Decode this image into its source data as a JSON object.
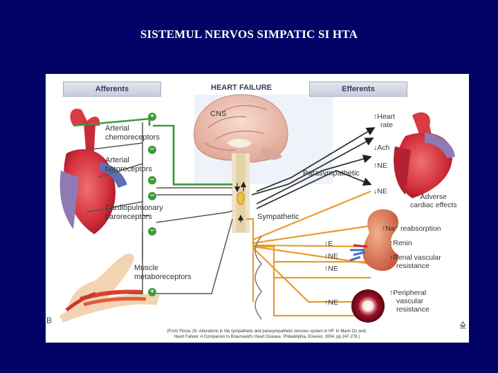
{
  "slide": {
    "title": "SISTEMUL NERVOS SIMPATIC SI HTA"
  },
  "figure": {
    "header": {
      "afferents": "Afferents",
      "title": "HEART FAILURE",
      "efferents": "Efferents"
    },
    "cns": "CNS",
    "afferent_receptors": {
      "chemo": [
        "Arterial",
        "chemoreceptors"
      ],
      "baro": [
        "Arterial",
        "baroreceptors"
      ],
      "cardio": [
        "Cardiopulmonary",
        "baroreceptors"
      ],
      "muscle": [
        "Muscle",
        "metaboreceptors"
      ]
    },
    "signs": {
      "plus": "+",
      "minus": "−"
    },
    "pathways": {
      "parasympathetic": "Parasympathetic",
      "sympathetic": "Sympathetic"
    },
    "efferents_list": {
      "hr": [
        "↑Heart",
        "rate"
      ],
      "ach": "↓Ach",
      "ne_up": "↑NE",
      "ne_down": "↓NE",
      "adverse": [
        "Adverse",
        "cardiac effects"
      ],
      "na": "↑Na⁺ reabsorption",
      "renin": "↑Renin",
      "renal": [
        "↑Renal vascular",
        "resistance"
      ],
      "peripheral": [
        "↑Peripheral",
        "vascular",
        "resistance"
      ],
      "e": "↑E",
      "ne1": "↑NE",
      "ne2": "↑NE",
      "ne3": "↑NE"
    },
    "panel_label": "B",
    "citation": [
      "(From Floras JS: Alterations in the sympathetic and parasympathetic nervous system in HF. In Mann DL (ed):",
      "Heart Failure: A Companion to Braunwald's Heart Disease. Philadelphia, Elsevier, 2004, pp 247-278.)"
    ]
  }
}
